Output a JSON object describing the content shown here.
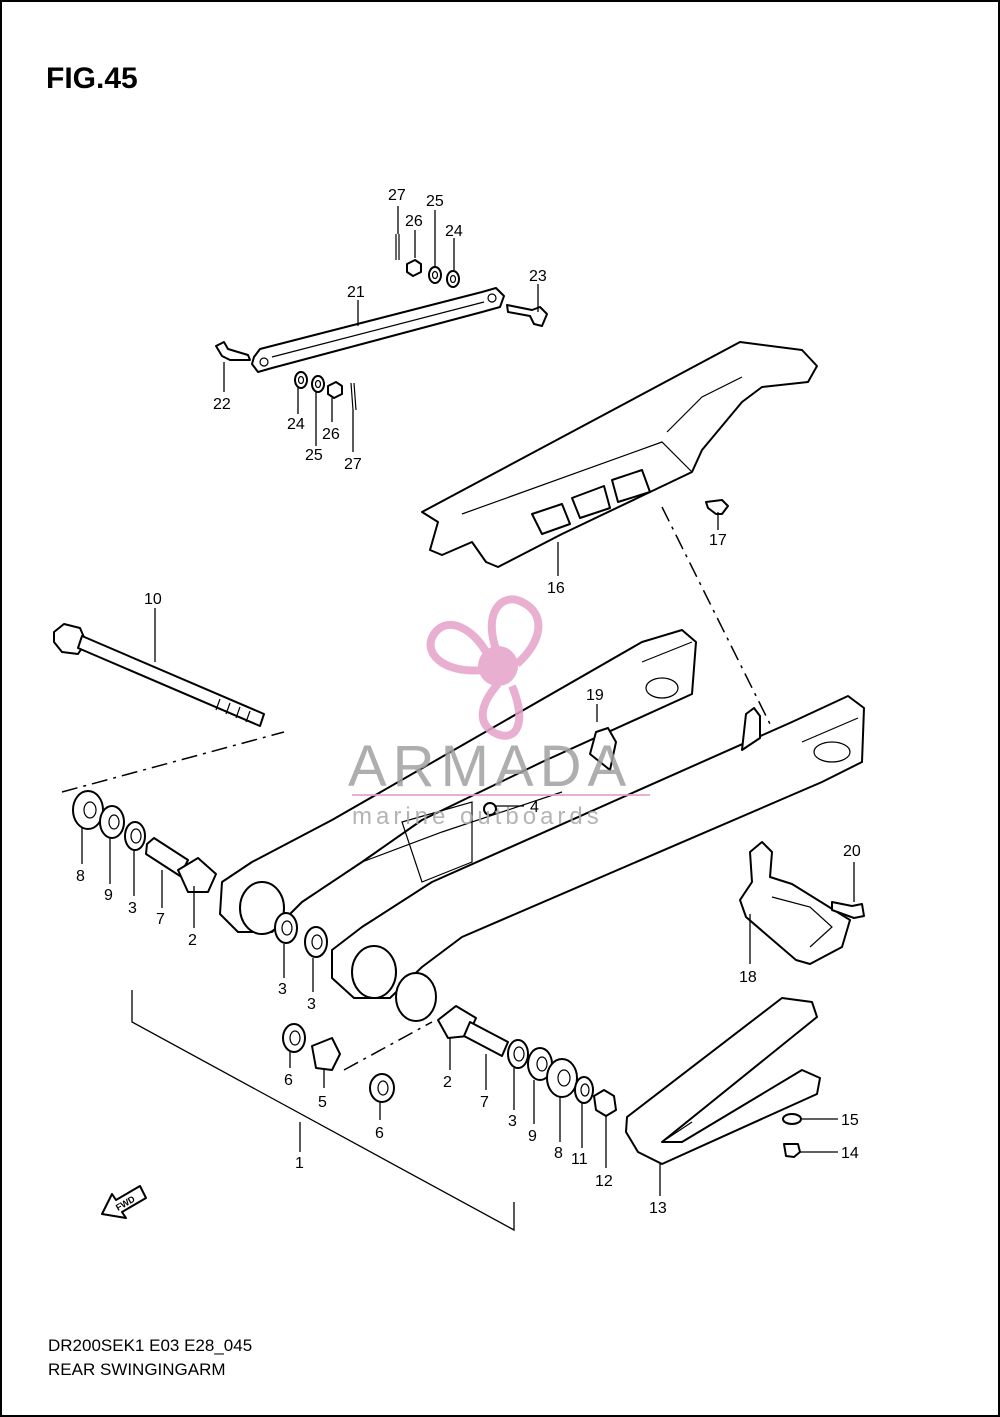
{
  "figure": {
    "title": "FIG.45",
    "model_code": "DR200SEK1 E03 E28_045",
    "caption": "REAR SWINGINGARM"
  },
  "watermark": {
    "brand": "ARMADA",
    "tagline": "marine outboards",
    "color": "#e6a2c9"
  },
  "fwd_arrow": {
    "label": "FWD"
  },
  "callouts": [
    {
      "id": "c27a",
      "label": "27"
    },
    {
      "id": "c26a",
      "label": "26"
    },
    {
      "id": "c25a",
      "label": "25"
    },
    {
      "id": "c24a",
      "label": "24"
    },
    {
      "id": "c23",
      "label": "23"
    },
    {
      "id": "c21",
      "label": "21"
    },
    {
      "id": "c22",
      "label": "22"
    },
    {
      "id": "c24b",
      "label": "24"
    },
    {
      "id": "c25b",
      "label": "25"
    },
    {
      "id": "c26b",
      "label": "26"
    },
    {
      "id": "c27b",
      "label": "27"
    },
    {
      "id": "c17",
      "label": "17"
    },
    {
      "id": "c16",
      "label": "16"
    },
    {
      "id": "c10",
      "label": "10"
    },
    {
      "id": "c19",
      "label": "19"
    },
    {
      "id": "c4",
      "label": "4"
    },
    {
      "id": "c8a",
      "label": "8"
    },
    {
      "id": "c9a",
      "label": "9"
    },
    {
      "id": "c3a",
      "label": "3"
    },
    {
      "id": "c7a",
      "label": "7"
    },
    {
      "id": "c2a",
      "label": "2"
    },
    {
      "id": "c3b",
      "label": "3"
    },
    {
      "id": "c3c",
      "label": "3"
    },
    {
      "id": "c20",
      "label": "20"
    },
    {
      "id": "c18",
      "label": "18"
    },
    {
      "id": "c6a",
      "label": "6"
    },
    {
      "id": "c5",
      "label": "5"
    },
    {
      "id": "c6b",
      "label": "6"
    },
    {
      "id": "c2b",
      "label": "2"
    },
    {
      "id": "c7b",
      "label": "7"
    },
    {
      "id": "c3d",
      "label": "3"
    },
    {
      "id": "c9b",
      "label": "9"
    },
    {
      "id": "c8b",
      "label": "8"
    },
    {
      "id": "c11",
      "label": "11"
    },
    {
      "id": "c12",
      "label": "12"
    },
    {
      "id": "c15",
      "label": "15"
    },
    {
      "id": "c14",
      "label": "14"
    },
    {
      "id": "c13",
      "label": "13"
    },
    {
      "id": "c1",
      "label": "1"
    }
  ]
}
